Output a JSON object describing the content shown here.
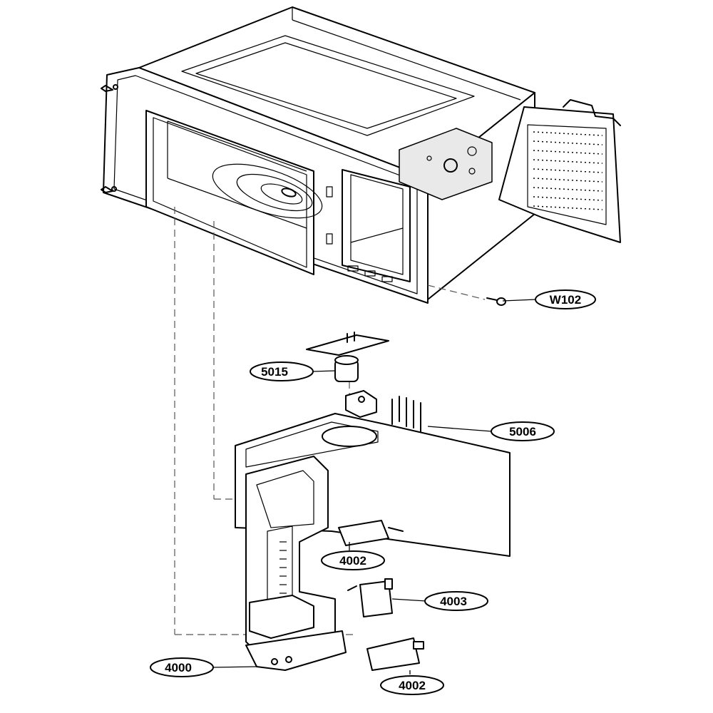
{
  "callouts": {
    "w102": "W102",
    "c5015": "5015",
    "c5006": "5006",
    "c4002_upper": "4002",
    "c4003": "4003",
    "c4000": "4000",
    "c4002_lower": "4002"
  },
  "colors": {
    "line": "#000000",
    "background": "#ffffff",
    "shade": "#e9e9e9"
  }
}
